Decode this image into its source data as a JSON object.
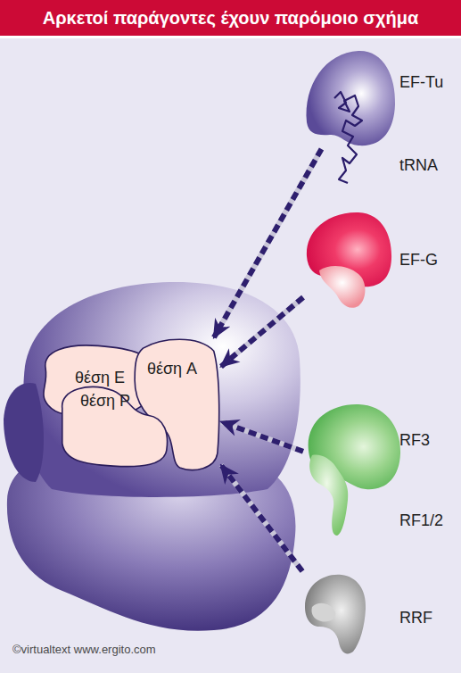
{
  "diagram": {
    "title": "Αρκετοί παράγοντες έχουν παρόμοιο σχήμα",
    "nodes": [
      {
        "text": [
          "θέση E"
        ]
      },
      {
        "text": [
          "θέση A"
        ]
      },
      {
        "text": [
          "θέση P"
        ]
      },
      {
        "text": [
          "EF-Tu",
          "tRNA"
        ]
      },
      {
        "text": [
          "EF-G"
        ]
      },
      {
        "text": [
          "RF3",
          "RF1/2"
        ]
      },
      {
        "text": [
          "RRF"
        ]
      }
    ],
    "edges": [
      {
        "from": 3,
        "to": 1,
        "arrow": "to"
      },
      {
        "from": 4,
        "to": 1,
        "arrow": "to"
      },
      {
        "from": 5,
        "to": 1,
        "arrow": "to"
      },
      {
        "from": 6,
        "to": 1,
        "arrow": "to"
      }
    ],
    "labels": [
      "©virtualtext www.ergito.com"
    ]
  }
}
